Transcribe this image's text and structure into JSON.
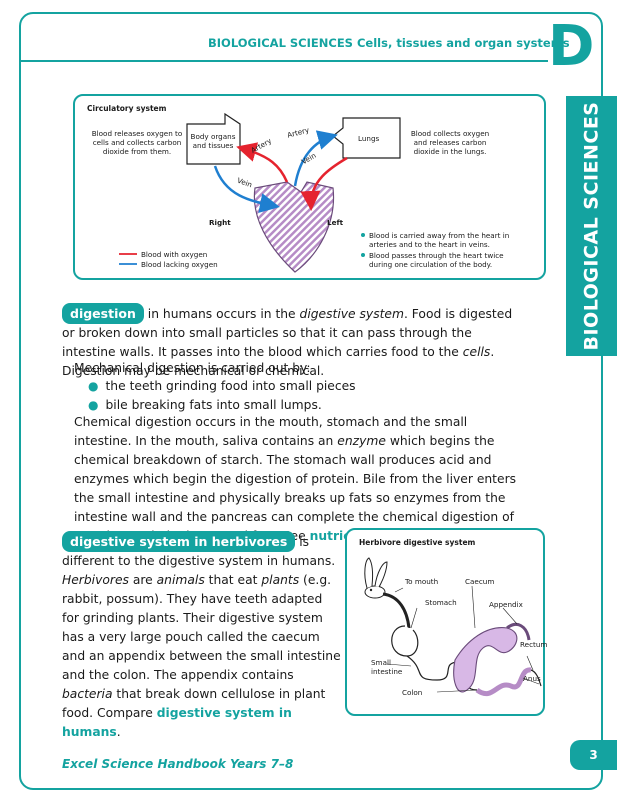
{
  "header": {
    "section": "BIOLOGICAL SCIENCES",
    "topic": "Cells, tissues and organ systems",
    "letter": "D"
  },
  "side_tab": "BIOLOGICAL SCIENCES",
  "circulatory": {
    "title": "Circulatory system",
    "left_note": "Blood releases oxygen to cells and collects carbon dioxide from them.",
    "organs_label": "Body organs and tissues",
    "lungs_label": "Lungs",
    "right_note": "Blood collects oxygen and releases carbon dioxide in the lungs.",
    "artery1": "Artery",
    "artery2": "Artery",
    "vein1": "Vein",
    "vein2": "Vein",
    "right_label": "Right",
    "left_label": "Left",
    "legend_oxygen": "Blood with oxygen",
    "legend_no_oxygen": "Blood lacking oxygen",
    "fact1": "Blood is carried away from the heart in arteries and to the heart in veins.",
    "fact2": "Blood passes through the heart twice during one circulation of the body.",
    "colors": {
      "oxygen": "#e5232e",
      "no_oxygen": "#1f7fd0",
      "heart": "#b68cc6"
    }
  },
  "digestion": {
    "term": "digestion",
    "p1_a": "in humans occurs in the ",
    "p1_em": "digestive system",
    "p1_b": ". Food is digested or broken down into small particles so that it can pass through the intestine walls. It passes into the blood which carries food to the ",
    "p1_em2": "cells",
    "p1_c": ". Digestion may be mechanical or chemical.",
    "p2": "Mechanical digestion is carried out by:",
    "bullets": [
      "the teeth grinding food into small pieces",
      "bile breaking fats into small lumps."
    ],
    "p3_a": "Chemical digestion occurs in the mouth, stomach and the small intestine. In the mouth, saliva contains an ",
    "p3_em": "enzyme",
    "p3_b": " which begins the chemical breakdown of starch. The stomach wall produces acid and enzymes which begin the digestion of protein. Bile from the liver enters the small intestine and physically breaks up fats so enzymes from the intestine wall and the pancreas can complete the chemical digestion of proteins, carbohydrates and fats. See ",
    "p3_link": "nutrients",
    "p3_c": "."
  },
  "herbivore": {
    "term": "digestive system in herbivores",
    "t_a": "is different to the digestive system in humans. ",
    "t_em1": "Herbivores",
    "t_b": " are ",
    "t_em2": "animals",
    "t_c": " that eat ",
    "t_em3": "plants",
    "t_d": " (e.g. rabbit, possum). They have teeth adapted for grinding plants. Their digestive system has a very large pouch called the caecum and an appendix between the small intestine and the colon. The appendix contains ",
    "t_em4": "bacteria",
    "t_e": " that break down cellulose in plant food. Compare ",
    "t_link": "digestive system in humans",
    "t_f": ".",
    "diagram": {
      "title": "Herbivore digestive system",
      "to_mouth": "To mouth",
      "caecum": "Caecum",
      "stomach": "Stomach",
      "appendix": "Appendix",
      "rectum": "Rectum",
      "small_intestine": "Small intestine",
      "anus": "Anus",
      "colon": "Colon"
    }
  },
  "footer": {
    "book_em": "Excel",
    "book_rest": " Science Handbook Years 7–8",
    "page": "3"
  }
}
